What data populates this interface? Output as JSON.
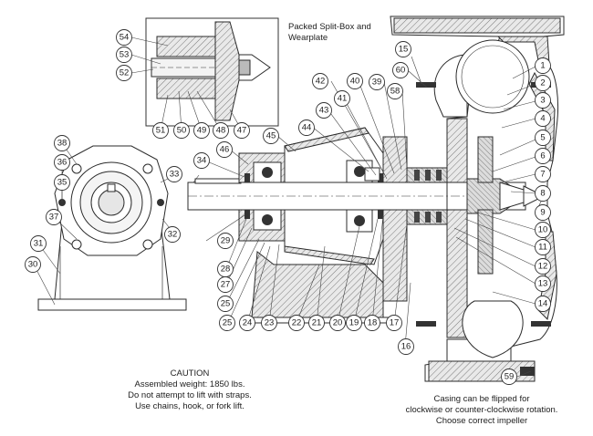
{
  "inset_label": {
    "line1": "Packed Split-Box and",
    "line2": "Wearplate"
  },
  "caution": {
    "heading": "CAUTION",
    "line1": "Assembled weight: 1850 lbs.",
    "line2": "Do not attempt to lift with straps.",
    "line3": "Use chains, hook, or fork lift."
  },
  "casing_note": {
    "line1": "Casing can be flipped for",
    "line2": "clockwise or counter-clockwise rotation.",
    "line3": "Choose correct impeller"
  },
  "callouts": {
    "c1": "1",
    "c2": "2",
    "c3": "3",
    "c4": "4",
    "c5": "5",
    "c6": "6",
    "c7": "7",
    "c8": "8",
    "c9": "9",
    "c10": "10",
    "c11": "11",
    "c12": "12",
    "c13": "13",
    "c14": "14",
    "c15": "15",
    "c16": "16",
    "c17": "17",
    "c18": "18",
    "c19": "19",
    "c20": "20",
    "c21": "21",
    "c22": "22",
    "c23": "23",
    "c24": "24",
    "c25a": "25",
    "c25b": "25",
    "c27": "27",
    "c28": "28",
    "c29": "29",
    "c30": "30",
    "c31": "31",
    "c32": "32",
    "c33": "33",
    "c34": "34",
    "c35": "35",
    "c36": "36",
    "c37": "37",
    "c38": "38",
    "c39": "39",
    "c40": "40",
    "c41": "41",
    "c42": "42",
    "c43": "43",
    "c44": "44",
    "c45": "45",
    "c46": "46",
    "c47": "47",
    "c48": "48",
    "c49": "49",
    "c50": "50",
    "c51": "51",
    "c52": "52",
    "c53": "53",
    "c54": "54",
    "c58": "58",
    "c59": "59",
    "c60": "60"
  }
}
